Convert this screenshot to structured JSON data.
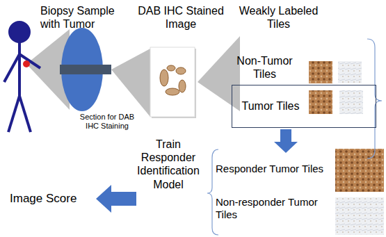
{
  "diagram": {
    "nodes": [
      {
        "text": [
          "Tumor Tiles"
        ]
      }
    ],
    "labels": [
      "Biopsy Sample with Tumor",
      "DAB IHC Stained Image",
      "Weakly Labeled Tiles",
      "Non-Tumor Tiles",
      "Section for DAB IHC Staining",
      "Responder Tumor Tiles",
      "Train Responder Identification Model",
      "Non-responder Tumor Tiles",
      "Image Score"
    ]
  }
}
